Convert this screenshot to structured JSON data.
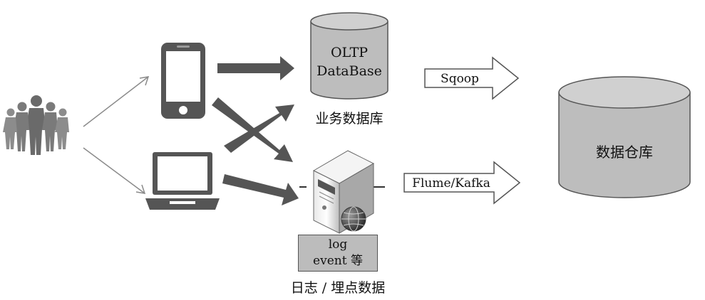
{
  "oltp": {
    "line1": "OLTP",
    "line2": "DataBase",
    "caption": "业务数据库"
  },
  "arrows": {
    "sqoop": "Sqoop",
    "flume": "Flume/Kafka"
  },
  "warehouse": {
    "label": "数据仓库"
  },
  "log_box": {
    "line1": "log",
    "line2": "event 等",
    "caption": "日志 / 埋点数据"
  },
  "icons": [
    "users-icon",
    "smartphone-icon",
    "laptop-icon",
    "database-icon",
    "server-icon",
    "globe-icon"
  ],
  "colors": {
    "cylinder_fill": "#bdbdbd",
    "cylinder_top": "#d0d0d0",
    "dark_arrow": "#555555",
    "outline": "#555555"
  }
}
